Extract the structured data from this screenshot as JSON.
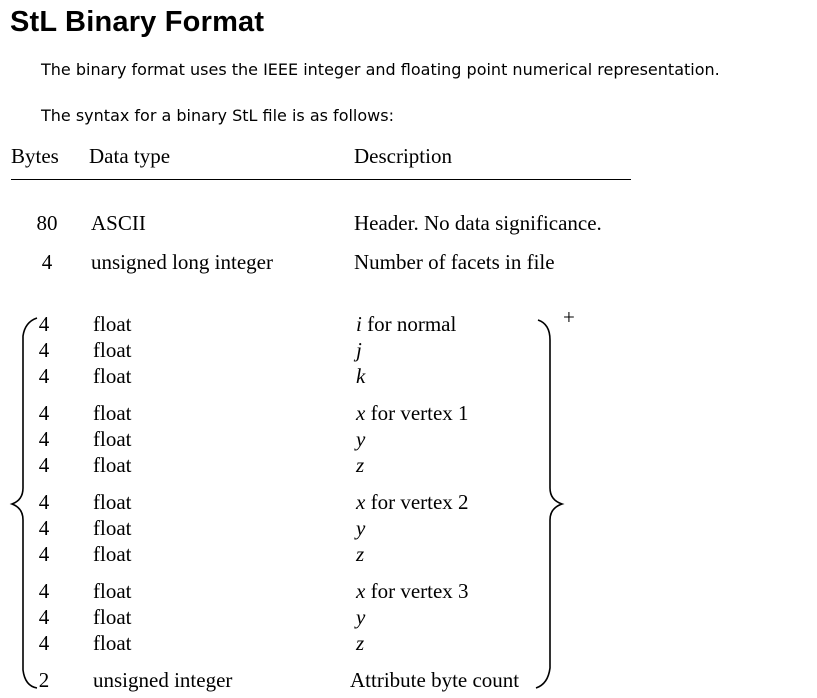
{
  "title": "StL Binary Format",
  "intro": [
    "The binary format uses the IEEE integer and floating point numerical representation.",
    "The syntax for a binary StL file is as follows:"
  ],
  "table": {
    "headers": {
      "bytes": "Bytes",
      "type": "Data type",
      "description": "Description"
    },
    "rows": [
      {
        "bytes": "80",
        "type": "ASCII",
        "description": "Header. No data significance.",
        "italic": "",
        "rest": ""
      },
      {
        "bytes": "4",
        "type": "unsigned long integer",
        "description": "Number of facets in file",
        "italic": "",
        "rest": ""
      }
    ],
    "repeat_rows": [
      {
        "bytes": "4",
        "type": "float",
        "italic": "i",
        "rest": " for normal"
      },
      {
        "bytes": "4",
        "type": "float",
        "italic": "j",
        "rest": ""
      },
      {
        "bytes": "4",
        "type": "float",
        "italic": "k",
        "rest": ""
      },
      {
        "bytes": "4",
        "type": "float",
        "italic": "x",
        "rest": " for vertex 1"
      },
      {
        "bytes": "4",
        "type": "float",
        "italic": "y",
        "rest": ""
      },
      {
        "bytes": "4",
        "type": "float",
        "italic": "z",
        "rest": ""
      },
      {
        "bytes": "4",
        "type": "float",
        "italic": "x",
        "rest": " for vertex 2"
      },
      {
        "bytes": "4",
        "type": "float",
        "italic": "y",
        "rest": ""
      },
      {
        "bytes": "4",
        "type": "float",
        "italic": "z",
        "rest": ""
      },
      {
        "bytes": "4",
        "type": "float",
        "italic": "x",
        "rest": " for vertex 3"
      },
      {
        "bytes": "4",
        "type": "float",
        "italic": "y",
        "rest": ""
      },
      {
        "bytes": "4",
        "type": "float",
        "italic": "z",
        "rest": ""
      },
      {
        "bytes": "2",
        "type": "unsigned integer",
        "italic": "",
        "rest": "Attribute byte count"
      }
    ],
    "repeat_marker": "+"
  }
}
